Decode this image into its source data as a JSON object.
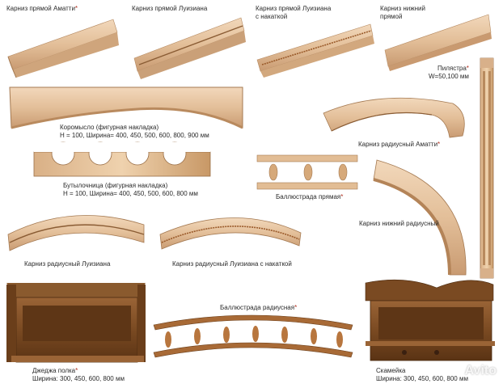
{
  "products": {
    "karniz_amatti": {
      "label": "Карниз прямой Аматти",
      "mark": "*"
    },
    "karniz_luiziana": {
      "label": "Карниз прямой Луизиана"
    },
    "karniz_luiziana_nakat": {
      "line1": "Карниз прямой Луизиана",
      "line2": "с накаткой"
    },
    "karniz_nizhniy": {
      "line1": "Карниз нижний",
      "line2": "прямой"
    },
    "pilyastra": {
      "line1": "Пилястра",
      "mark": "*",
      "line2": "W=50,100 мм"
    },
    "koromyslo": {
      "line1": "Коромысло (фигурная накладка)",
      "line2": "H = 100,   Ширина= 400, 450, 500, 600, 800, 900 мм"
    },
    "radius_amatti": {
      "label": "Карниз радиусный Аматти",
      "mark": "*"
    },
    "butylochnitsa": {
      "line1": "Бутылочница (фигурная накладка)",
      "line2": "H = 100,   Ширина= 400, 450, 500, 600, 800 мм"
    },
    "ballyustrada_pryamaya": {
      "label": "Баллюстрада прямая",
      "mark": "*"
    },
    "nizhniy_radius": {
      "label": "Карниз нижний радиусный"
    },
    "radius_luiziana": {
      "label": "Карниз радиусный Луизиана"
    },
    "radius_luiziana_nakat": {
      "label": "Карниз радиусный Луизиана с накаткой"
    },
    "ballyustrada_radius": {
      "label": "Баллюстрада радиусная",
      "mark": "*"
    },
    "dzhedzha": {
      "line1": "Джеджа полка",
      "mark": "*",
      "line2": "Ширина: 300, 450, 600, 800 мм"
    },
    "shelf_right": {
      "line1": "Скамейка",
      "line2": "Ширина: 300, 450, 600, 800 мм"
    }
  },
  "watermark": "Avito",
  "colors": {
    "light_wood": "#e6c4a0",
    "dark_wood": "#7a4a22",
    "text": "#2a2a2a",
    "asterisk": "#b03020"
  }
}
